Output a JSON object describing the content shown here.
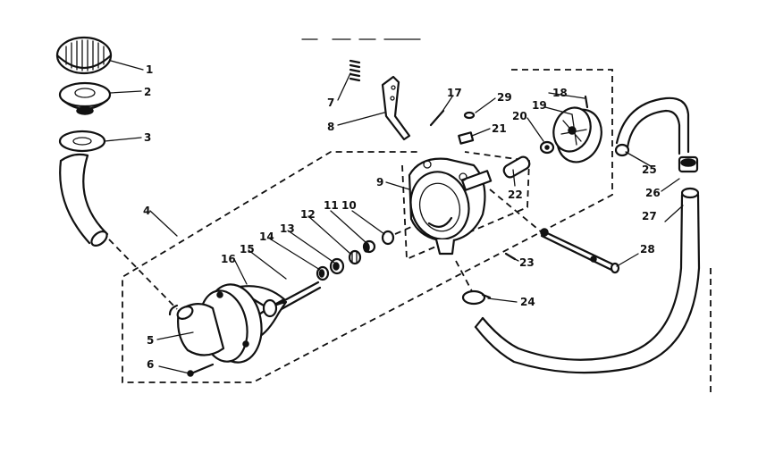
{
  "labels": [
    "1",
    "2",
    "3",
    "4",
    "5",
    "6",
    "7",
    "8",
    "9",
    "10",
    "11",
    "12",
    "13",
    "14",
    "15",
    "16",
    "17",
    "18",
    "19",
    "20",
    "21",
    "22",
    "23",
    "24",
    "25",
    "26",
    "27",
    "28",
    "29"
  ],
  "colors": {
    "ink": "#111111",
    "paper": "#ffffff"
  }
}
